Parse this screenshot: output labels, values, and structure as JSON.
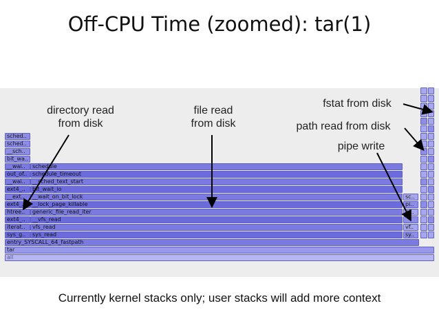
{
  "title": "Off-CPU Time (zoomed): tar(1)",
  "annotations": {
    "directory_read": "directory read\nfrom disk",
    "file_read": "file read\nfrom disk",
    "fstat": "fstat from disk",
    "path_read": "path read from disk",
    "pipe_write": "pipe write"
  },
  "caption": "Currently kernel stacks only; user stacks will add more context",
  "frames": {
    "all": "all",
    "tar": "tar",
    "entry": "entry_SYSCALL_64_fastpath",
    "sys_g": "sys_g..",
    "iterat": "iterat..",
    "ext4_2": "ext4_..",
    "htree": "htree..",
    "ext": "__ext..",
    "ext4_1": "ext4_..",
    "out_of": "out_of..",
    "wai2": "__wai..",
    "wai1": "__wai..",
    "bit_wa": "bit_wa..",
    "sch": "__sch..",
    "sched2": "sched..",
    "sched1": "sched..",
    "sys_read": "sys_read",
    "vfs_read": "vfs_read",
    "vfs_read2": "__vfs_read",
    "generic": "generic_file_read_iter",
    "lock_page": "__lock_page_killable",
    "wait_on": "__wait_on_bit_lock",
    "bit_wait_io": "bit_wait_io",
    "sched_text": "__sched_text_start",
    "sched_timeout": "schedule_timeout",
    "schedule": "schedule",
    "sy": "sy..",
    "vf": "vf..",
    "sc": "sc..",
    "pi": "pi..",
    "pi2": "pi.."
  },
  "colors": {
    "frame_dark": "#6b6bdb",
    "frame_mid": "#7a7ae0",
    "frame_light": "#8d8de6",
    "background": "#ededed"
  }
}
